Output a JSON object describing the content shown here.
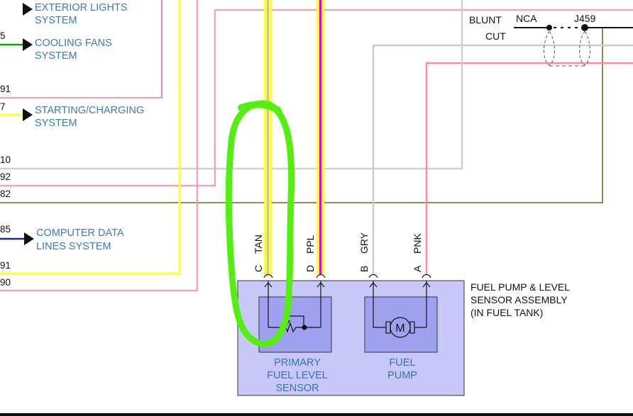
{
  "left_systems": [
    {
      "num": "",
      "line1": "EXTERIOR LIGHTS",
      "line2": "SYSTEM"
    },
    {
      "num": "5",
      "line1": "COOLING FANS",
      "line2": "SYSTEM"
    },
    {
      "num": "7",
      "line1": "STARTING/CHARGING",
      "line2": "SYSTEM"
    },
    {
      "num": "85",
      "line1": "COMPUTER DATA",
      "line2": "LINES SYSTEM"
    }
  ],
  "left_numbers": [
    "91",
    "10",
    "92",
    "82",
    "91",
    "90"
  ],
  "splice": {
    "blunt": "BLUNT",
    "cut": "CUT",
    "nca": "NCA",
    "ref": "J459"
  },
  "pins": [
    {
      "letter": "C",
      "color_name": "TAN",
      "wire_color": "#ffff33"
    },
    {
      "letter": "D",
      "color_name": "PPL",
      "wire_color": "#ffff33"
    },
    {
      "letter": "B",
      "color_name": "GRY",
      "wire_color": "#cccccc"
    },
    {
      "letter": "A",
      "color_name": "PNK",
      "wire_color": "#ff77aa"
    }
  ],
  "assembly": {
    "line1": "FUEL PUMP & LEVEL",
    "line2": "SENSOR ASSEMBLY",
    "line3": "(IN FUEL TANK)"
  },
  "sensor": {
    "line1": "PRIMARY",
    "line2": "FUEL LEVEL",
    "line3": "SENSOR"
  },
  "pump": {
    "line1": "FUEL",
    "line2": "PUMP",
    "motor_symbol": "M"
  },
  "colors": {
    "yellow": "#ffff33",
    "tan_center": "#c8c8a0",
    "purple": "#e000e0",
    "gray": "#cccccc",
    "pink": "#e8829e",
    "olive": "#8a7a3a",
    "green": "#00aa00",
    "navy": "#1a2a80",
    "box_fill": "#c8c8f8",
    "inner_fill": "#a0a0f0",
    "highlight": "#55ee11"
  }
}
